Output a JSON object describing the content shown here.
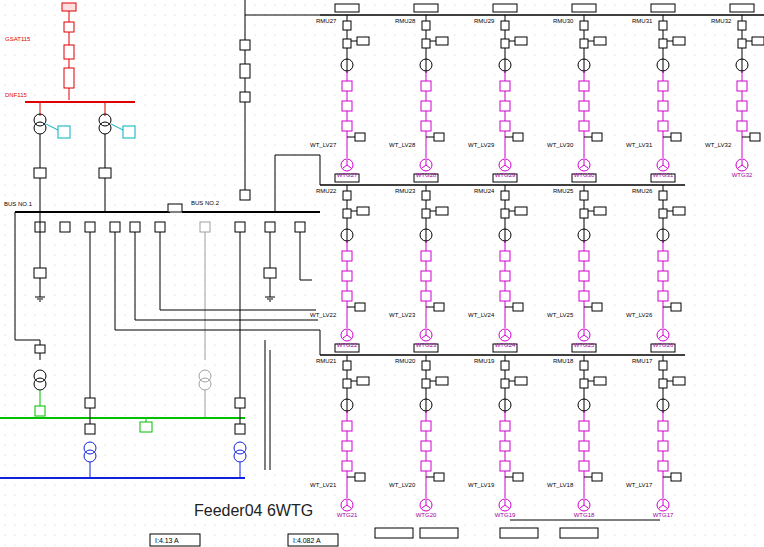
{
  "diagram": {
    "title": "Feeder04 6WTG",
    "nodes": [
      {
        "text": [
          "WTG27"
        ]
      },
      {
        "text": [
          "WTG28"
        ]
      },
      {
        "text": [
          "WTG29"
        ]
      },
      {
        "text": [
          "WTG30"
        ]
      },
      {
        "text": [
          "WTG31"
        ]
      },
      {
        "text": [
          "WTG32"
        ]
      },
      {
        "text": [
          "WTG22"
        ]
      },
      {
        "text": [
          "WTG23"
        ]
      },
      {
        "text": [
          "WTG24"
        ]
      },
      {
        "text": [
          "WTG25"
        ]
      },
      {
        "text": [
          "WTG26"
        ]
      },
      {
        "text": [
          "WTG21"
        ]
      },
      {
        "text": [
          "WTG20"
        ]
      },
      {
        "text": [
          "WTG19"
        ]
      },
      {
        "text": [
          "WTG18"
        ]
      },
      {
        "text": [
          "WTG17"
        ]
      }
    ],
    "labels": [
      "BUS NO.1",
      "BUS NO.2",
      "GSAT115",
      "DNF115",
      "I:4.13 A",
      "I:4.082 A",
      "RMU27",
      "WT_LV27",
      "RMU28",
      "WT_LV28",
      "RMU29",
      "WT_LV29",
      "RMU30",
      "WT_LV30",
      "RMU31",
      "WT_LV31",
      "RMU32",
      "WT_LV32",
      "RMU22",
      "WT_LV22",
      "RMU23",
      "WT_LV23",
      "RMU24",
      "WT_LV24",
      "RMU25",
      "WT_LV25",
      "RMU26",
      "WT_LV26",
      "RMU21",
      "WT_LV21",
      "RMU20",
      "WT_LV20",
      "RMU19",
      "WT_LV19",
      "RMU18",
      "WT_LV18",
      "RMU17",
      "WT_LV17"
    ]
  }
}
